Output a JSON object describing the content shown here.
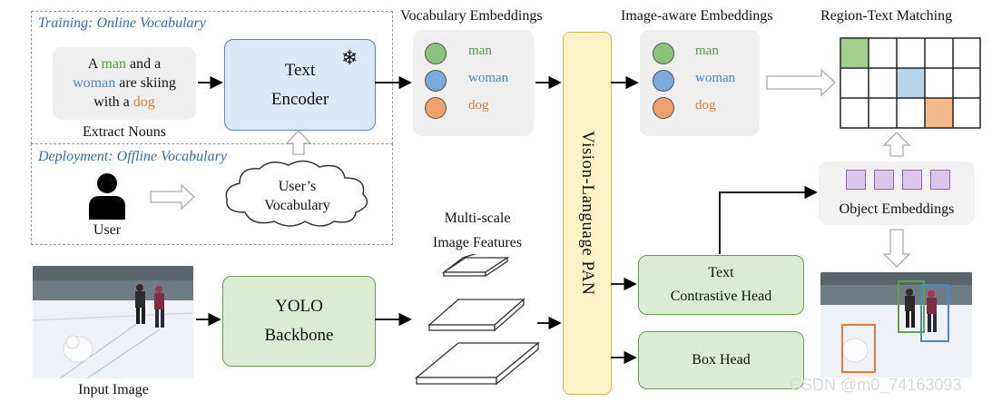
{
  "training": {
    "label": "Training: Online Vocabulary",
    "sentence": {
      "p1": "A ",
      "w1": "man",
      "p2": " and a",
      "w2": "woman",
      "p3": " are skiing",
      "p4": "with a ",
      "w3": "dog"
    },
    "extract_caption": "Extract Nouns",
    "text_encoder_line1": "Text",
    "text_encoder_line2": "Encoder"
  },
  "deployment": {
    "label": "Deployment: Offline Vocabulary",
    "user_label": "User",
    "vocab_line1": "User’s",
    "vocab_line2": "Vocabulary"
  },
  "vocab_embeddings": {
    "title": "Vocabulary Embeddings",
    "items": [
      {
        "word": "man",
        "color": "#8cc37a",
        "text_color": "#4f9c3a"
      },
      {
        "word": "woman",
        "color": "#7aa9dc",
        "text_color": "#4d86c6"
      },
      {
        "word": "dog",
        "color": "#f0a06a",
        "text_color": "#e07b39"
      }
    ]
  },
  "image_aware": {
    "title": "Image-aware Embeddings",
    "items": [
      {
        "word": "man",
        "color": "#8cc37a",
        "text_color": "#4f9c3a"
      },
      {
        "word": "woman",
        "color": "#7aa9dc",
        "text_color": "#4d86c6"
      },
      {
        "word": "dog",
        "color": "#f0a06a",
        "text_color": "#e07b39"
      }
    ]
  },
  "pan_label": "Vision-Language PAN",
  "matching": {
    "title": "Region-Text Matching",
    "highlight_colors": {
      "green": "#a3d08d",
      "blue": "#b6d3ec",
      "orange": "#f3b98b"
    }
  },
  "object_embeddings": {
    "caption": "Object Embeddings"
  },
  "features": {
    "line1": "Multi-scale",
    "line2": "Image Features"
  },
  "yolo": {
    "line1": "YOLO",
    "line2": "Backbone"
  },
  "input_caption": "Input Image",
  "text_head": {
    "line1": "Text",
    "line2": "Contrastive Head"
  },
  "box_head": {
    "label": "Box Head"
  },
  "colors": {
    "encoder_fill": "#dbe8f6",
    "encoder_border": "#4f86c4",
    "green_fill": "#dcebd3",
    "green_border": "#6a9d52",
    "pan_fill": "#fdf3c6",
    "pan_border": "#d4b64a",
    "obj_square": "#dcc7ea",
    "obj_border": "#8e5fb5"
  },
  "watermark": "CSDN @m0_74163093"
}
